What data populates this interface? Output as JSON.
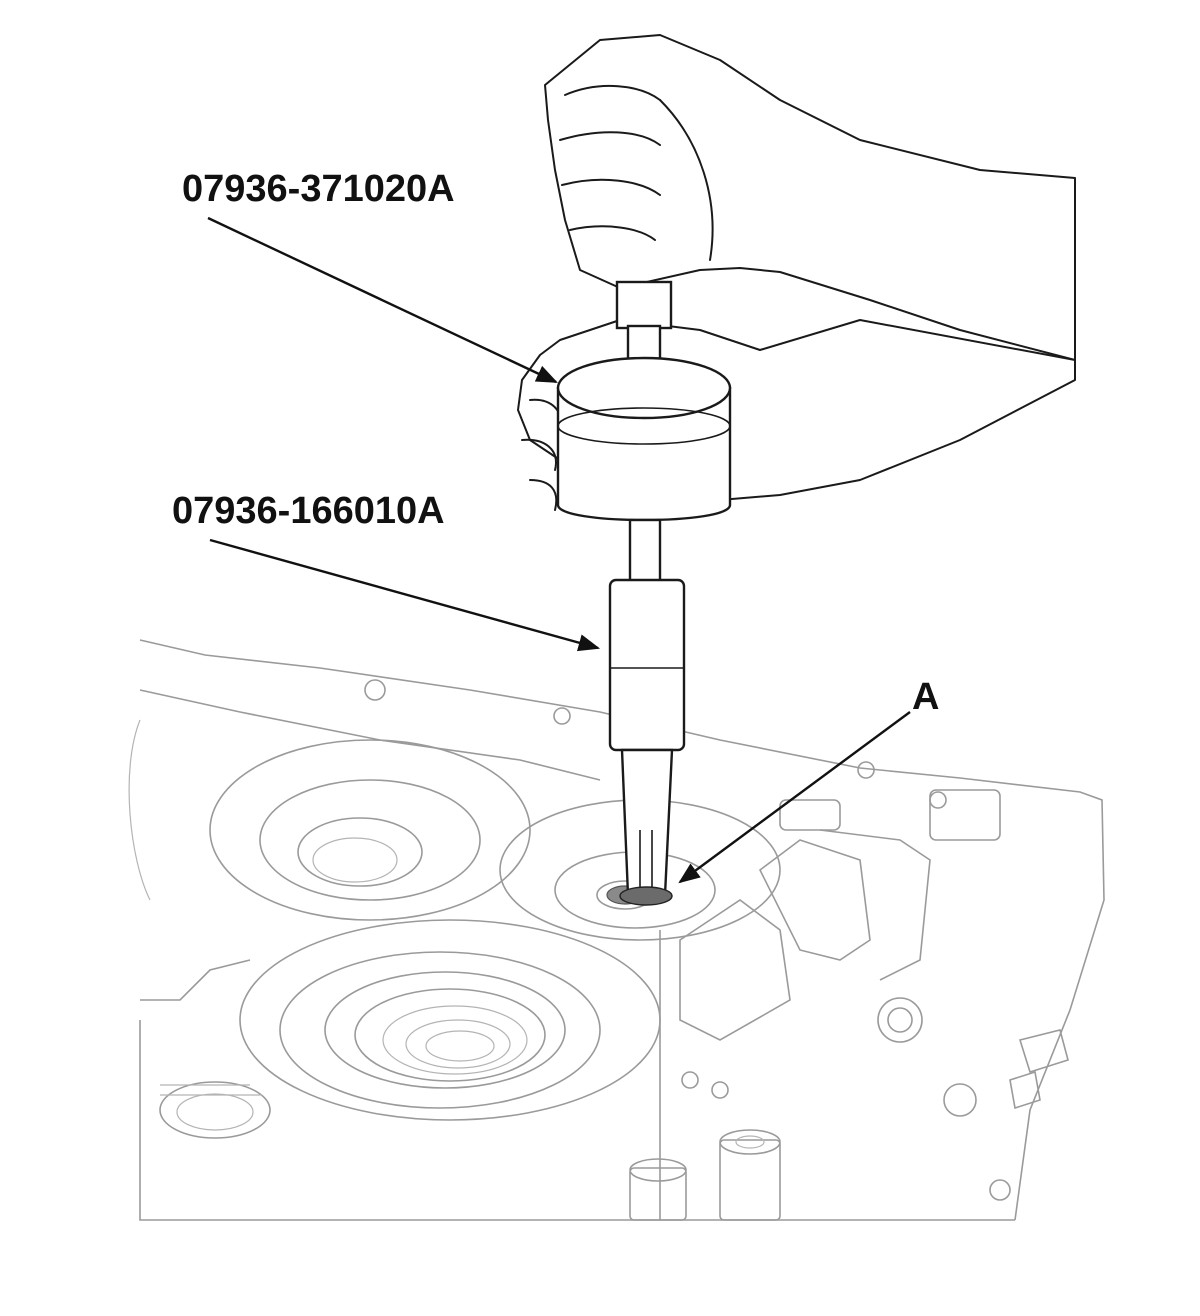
{
  "callouts": {
    "tool_upper": "07936-371020A",
    "tool_lower": "07936-166010A",
    "part_a": "A"
  }
}
